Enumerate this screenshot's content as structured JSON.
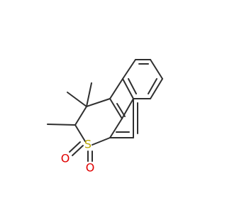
{
  "atoms": {
    "sulfur": {
      "symbol": "S",
      "color": "#b8a400"
    },
    "oxygen_1": {
      "symbol": "O",
      "color": "#e00000"
    },
    "oxygen_2": {
      "symbol": "O",
      "color": "#e00000"
    }
  }
}
